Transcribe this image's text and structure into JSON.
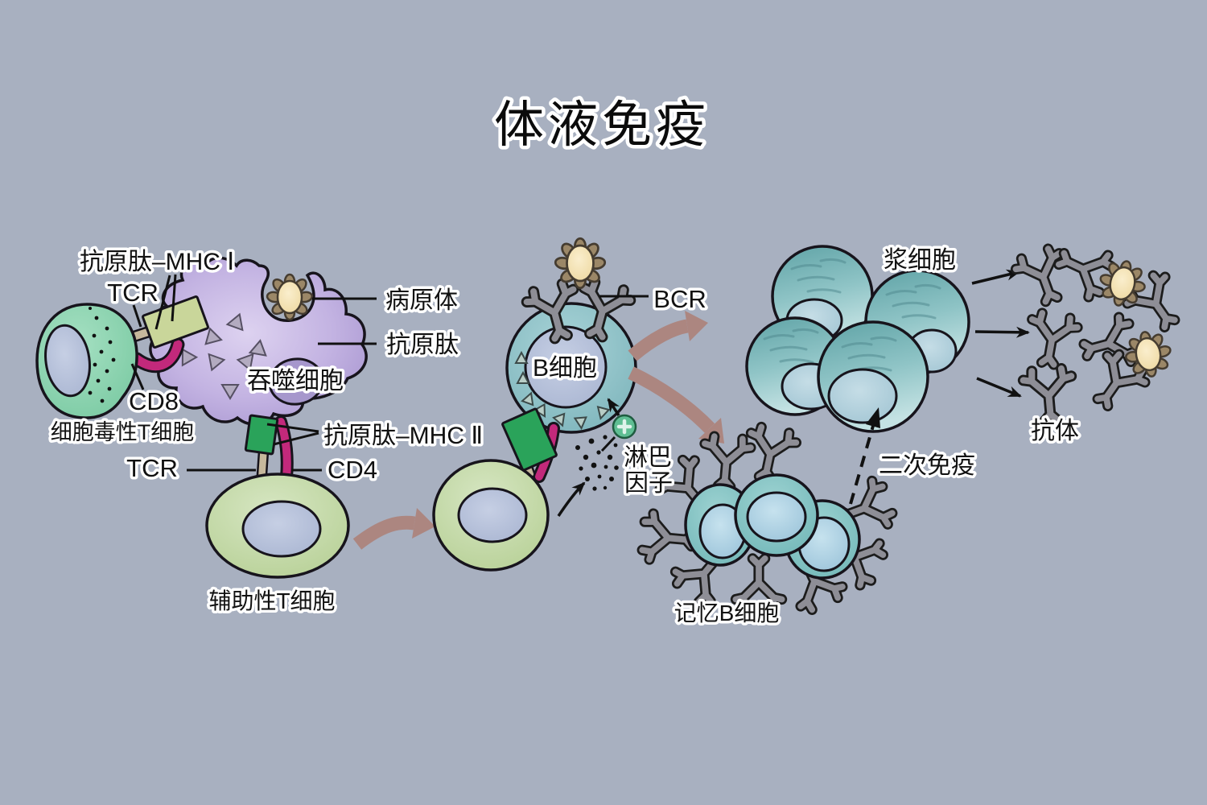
{
  "title": "体液免疫",
  "cells": {
    "cytotoxic_t": "细胞毒性T细胞",
    "phagocyte": "吞噬细胞",
    "helper_t": "辅助性T细胞",
    "b_cell": "B细胞",
    "plasma_cell": "浆细胞",
    "memory_b_cell": "记忆B细胞"
  },
  "molecules": {
    "antigen_mhc1": "抗原肽–MHC Ⅰ",
    "tcr_top": "TCR",
    "cd8": "CD8",
    "pathogen": "病原体",
    "antigen_peptide": "抗原肽",
    "antigen_mhc2": "抗原肽–MHC Ⅱ",
    "tcr_bottom": "TCR",
    "cd4": "CD4",
    "bcr": "BCR",
    "lymphokine_line1": "淋巴",
    "lymphokine_line2": "因子",
    "antibody": "抗体"
  },
  "processes": {
    "secondary_immune": "二次免疫"
  },
  "colors": {
    "background": "#a8b0c0",
    "cytotoxic_t_cell": "#85d1ab",
    "phagocyte": "#b8a7da",
    "helper_t_cell": "#c8dcae",
    "b_cell": "#8fc3c9",
    "plasma_cell": "#79b4b8",
    "memory_b_cell": "#7fc2c2",
    "nucleus": "#b7c2d8",
    "mhc2_complex": "#2aa35a",
    "mhc1_complex": "#c9d69a",
    "tcr_stick": "#c6b89c",
    "cd_band": "#c2297b",
    "pathogen_body": "#f3e0ae",
    "pathogen_spikes": "#9b8767",
    "antibody_gray": "#8e8e96",
    "process_arrow": "#ac8680",
    "lymphokine_plus": "#5fbe93"
  }
}
